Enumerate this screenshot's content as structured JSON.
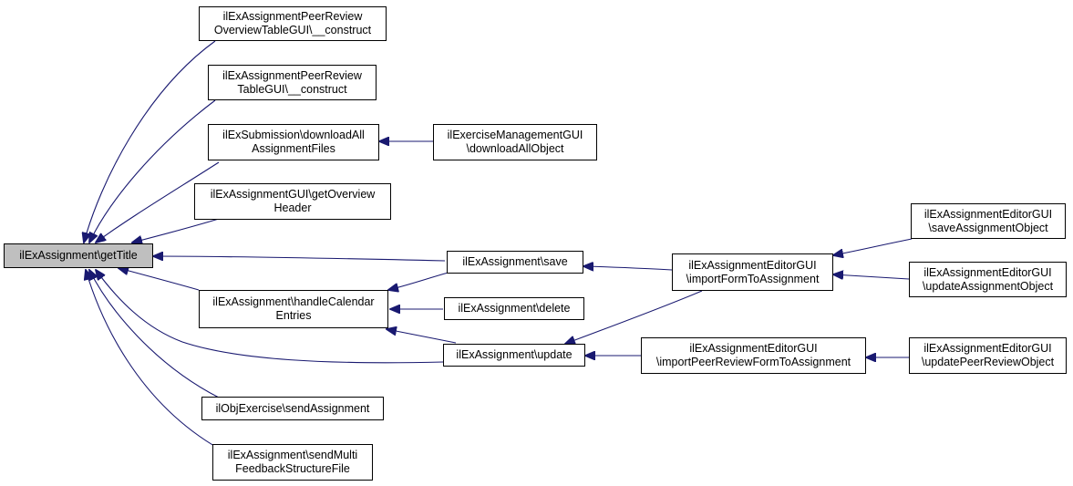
{
  "diagram": {
    "edge_color": "#191970",
    "focus_fill": "#bfbfbf",
    "nodes": {
      "gettitle": {
        "lines": [
          "ilExAssignment\\getTitle"
        ]
      },
      "peeroverview": {
        "lines": [
          "ilExAssignmentPeerReview",
          "OverviewTableGUI\\__construct"
        ]
      },
      "peertable": {
        "lines": [
          "ilExAssignmentPeerReview",
          "TableGUI\\__construct"
        ]
      },
      "downloadall": {
        "lines": [
          "ilExSubmission\\downloadAll",
          "AssignmentFiles"
        ]
      },
      "mgmtdownload": {
        "lines": [
          "ilExerciseManagementGUI",
          "\\downloadAllObject"
        ]
      },
      "overviewheader": {
        "lines": [
          "ilExAssignmentGUI\\getOverview",
          "Header"
        ]
      },
      "save": {
        "lines": [
          "ilExAssignment\\save"
        ]
      },
      "handlecal": {
        "lines": [
          "ilExAssignment\\handleCalendar",
          "Entries"
        ]
      },
      "delete": {
        "lines": [
          "ilExAssignment\\delete"
        ]
      },
      "update": {
        "lines": [
          "ilExAssignment\\update"
        ]
      },
      "importform": {
        "lines": [
          "ilExAssignmentEditorGUI",
          "\\importFormToAssignment"
        ]
      },
      "saveobj": {
        "lines": [
          "ilExAssignmentEditorGUI",
          "\\saveAssignmentObject"
        ]
      },
      "updateobj": {
        "lines": [
          "ilExAssignmentEditorGUI",
          "\\updateAssignmentObject"
        ]
      },
      "importpeer": {
        "lines": [
          "ilExAssignmentEditorGUI",
          "\\importPeerReviewFormToAssignment"
        ]
      },
      "updatepeer": {
        "lines": [
          "ilExAssignmentEditorGUI",
          "\\updatePeerReviewObject"
        ]
      },
      "sendassign": {
        "lines": [
          "ilObjExercise\\sendAssignment"
        ]
      },
      "sendmulti": {
        "lines": [
          "ilExAssignment\\sendMulti",
          "FeedbackStructureFile"
        ]
      }
    },
    "edges": [
      {
        "from": "peeroverview",
        "to": "gettitle"
      },
      {
        "from": "peertable",
        "to": "gettitle"
      },
      {
        "from": "downloadall",
        "to": "gettitle"
      },
      {
        "from": "mgmtdownload",
        "to": "downloadall"
      },
      {
        "from": "overviewheader",
        "to": "gettitle"
      },
      {
        "from": "save",
        "to": "gettitle"
      },
      {
        "from": "handlecal",
        "to": "gettitle"
      },
      {
        "from": "update",
        "to": "gettitle"
      },
      {
        "from": "sendassign",
        "to": "gettitle"
      },
      {
        "from": "sendmulti",
        "to": "gettitle"
      },
      {
        "from": "save",
        "to": "handlecal"
      },
      {
        "from": "delete",
        "to": "handlecal"
      },
      {
        "from": "update",
        "to": "handlecal"
      },
      {
        "from": "importform",
        "to": "save"
      },
      {
        "from": "importform",
        "to": "update"
      },
      {
        "from": "saveobj",
        "to": "importform"
      },
      {
        "from": "updateobj",
        "to": "importform"
      },
      {
        "from": "importpeer",
        "to": "update"
      },
      {
        "from": "updatepeer",
        "to": "importpeer"
      }
    ]
  }
}
